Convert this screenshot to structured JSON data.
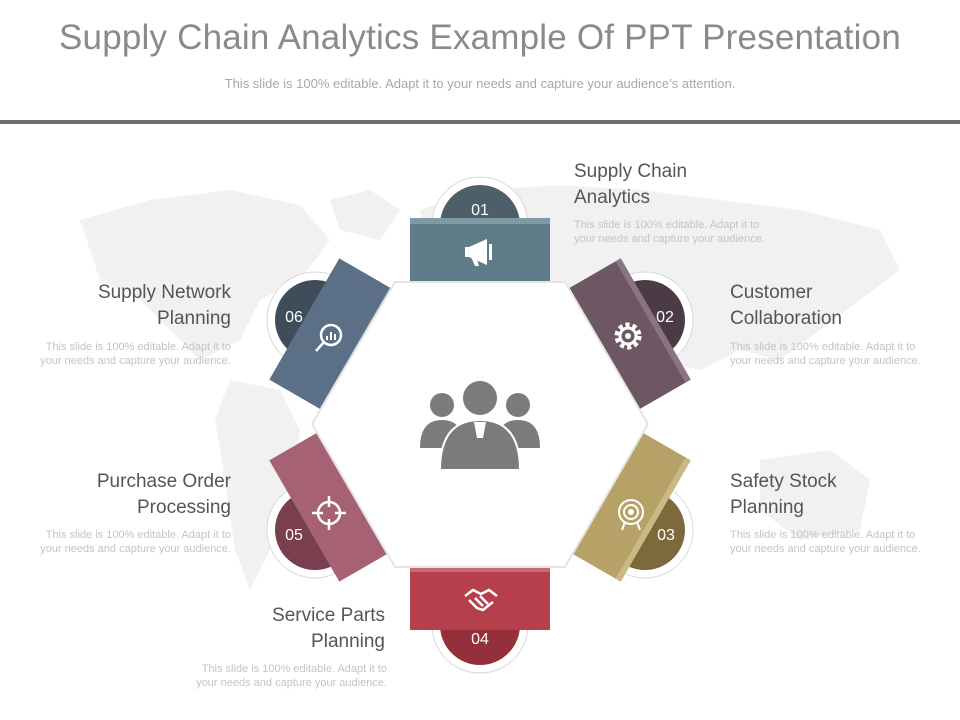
{
  "header": {
    "title": "Supply Chain Analytics Example Of PPT Presentation",
    "subtitle": "This slide is 100% editable. Adapt it to your needs and capture your audience’s attention."
  },
  "colors": {
    "step1": "#5f7d89",
    "step2": "#6c5763",
    "step3": "#b6a266",
    "step4": "#b5404c",
    "step5": "#a66274",
    "step6": "#5b6f86",
    "center": "#7b7b7b"
  },
  "steps": [
    {
      "number": "01",
      "heading": "Supply  Chain\nAnalytics",
      "description": "This slide is 100% editable. Adapt it to\nyour needs and capture your audience.",
      "icon": "megaphone-icon"
    },
    {
      "number": "02",
      "heading": "Customer\nCollaboration",
      "description": "This slide is 100% editable. Adapt it to\nyour needs and capture your audience.",
      "icon": "gear-icon"
    },
    {
      "number": "03",
      "heading": "Safety Stock\n Planning",
      "description": "This slide is 100% editable. Adapt it to\nyour needs and capture your audience.",
      "icon": "target-icon"
    },
    {
      "number": "04",
      "heading": "Service Parts\nPlanning",
      "description": "This slide is 100% editable. Adapt it to\nyour needs and capture your audience.",
      "icon": "handshake-icon"
    },
    {
      "number": "05",
      "heading": "Purchase Order\nProcessing",
      "description": "This slide is 100% editable. Adapt it to\nyour needs and capture your audience.",
      "icon": "crosshair-icon"
    },
    {
      "number": "06",
      "heading": "Supply  Network\nPlanning",
      "description": "This slide is 100% editable. Adapt it to\nyour needs and capture your audience.",
      "icon": "magnifier-chart-icon"
    }
  ],
  "center_icon": "team-icon"
}
